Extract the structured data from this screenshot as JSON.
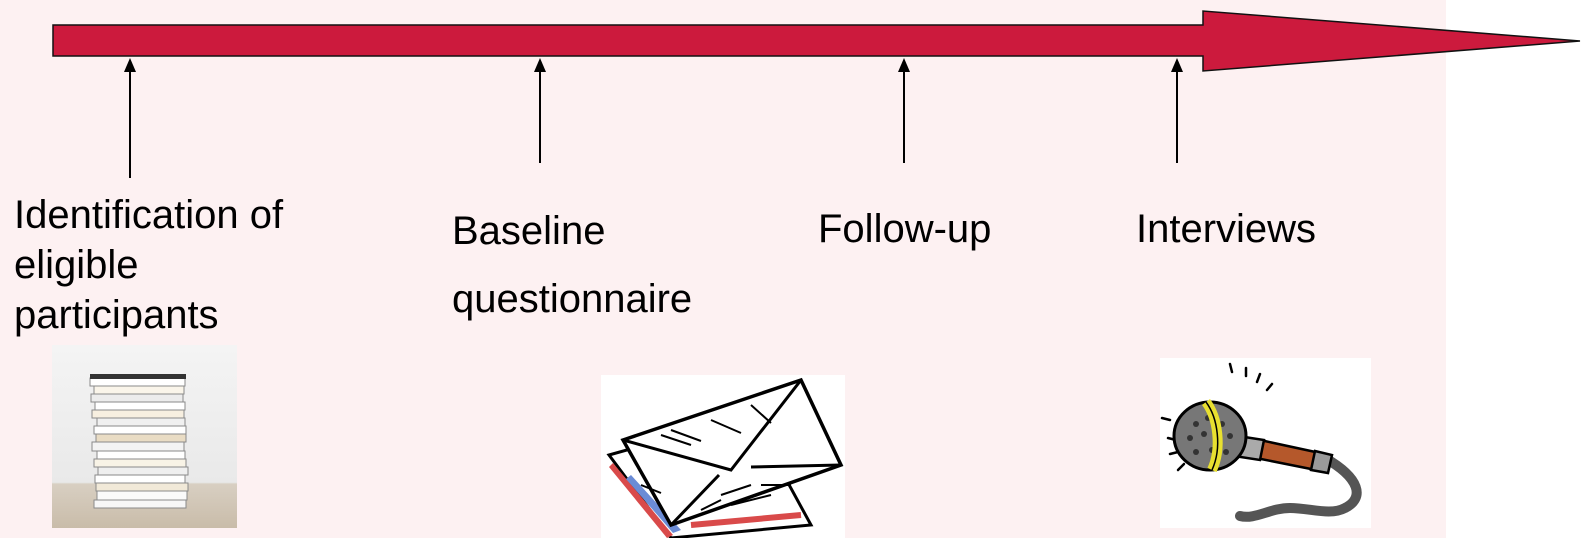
{
  "colors": {
    "background": "#ffffff",
    "panel": "#fdf1f2",
    "timeline_arrow": "#cc1a3d",
    "marker": "#000000"
  },
  "milestones": [
    {
      "lines": [
        "Identification of",
        "eligible",
        "participants"
      ],
      "icon": "document-stack-icon"
    },
    {
      "lines": [
        "Baseline",
        "questionnaire"
      ],
      "icon": "envelope-mail-icon"
    },
    {
      "lines": [
        "Follow-up"
      ],
      "icon": ""
    },
    {
      "lines": [
        "Interviews"
      ],
      "icon": "microphone-icon"
    }
  ]
}
